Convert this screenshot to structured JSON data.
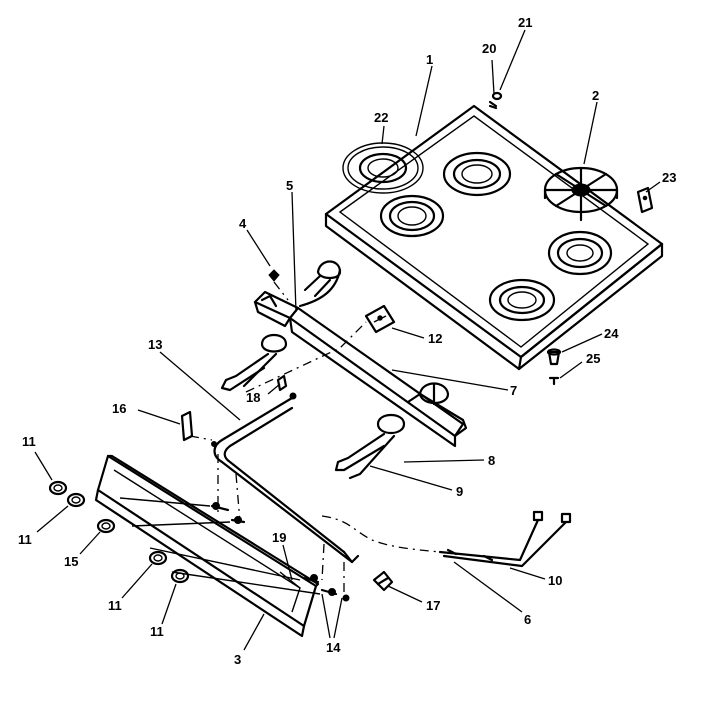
{
  "callouts": [
    {
      "id": "c1",
      "label": "1"
    },
    {
      "id": "c2",
      "label": "2"
    },
    {
      "id": "c3",
      "label": "3"
    },
    {
      "id": "c4",
      "label": "4"
    },
    {
      "id": "c5",
      "label": "5"
    },
    {
      "id": "c6",
      "label": "6"
    },
    {
      "id": "c7",
      "label": "7"
    },
    {
      "id": "c8",
      "label": "8"
    },
    {
      "id": "c9",
      "label": "9"
    },
    {
      "id": "c10",
      "label": "10"
    },
    {
      "id": "c11a",
      "label": "11"
    },
    {
      "id": "c11b",
      "label": "11"
    },
    {
      "id": "c11c",
      "label": "11"
    },
    {
      "id": "c11d",
      "label": "11"
    },
    {
      "id": "c12",
      "label": "12"
    },
    {
      "id": "c13",
      "label": "13"
    },
    {
      "id": "c14",
      "label": "14"
    },
    {
      "id": "c15",
      "label": "15"
    },
    {
      "id": "c16",
      "label": "16"
    },
    {
      "id": "c17",
      "label": "17"
    },
    {
      "id": "c18",
      "label": "18"
    },
    {
      "id": "c19",
      "label": "19"
    },
    {
      "id": "c20",
      "label": "20"
    },
    {
      "id": "c21",
      "label": "21"
    },
    {
      "id": "c22",
      "label": "22"
    },
    {
      "id": "c23",
      "label": "23"
    },
    {
      "id": "c24",
      "label": "24"
    },
    {
      "id": "c25",
      "label": "25"
    }
  ]
}
